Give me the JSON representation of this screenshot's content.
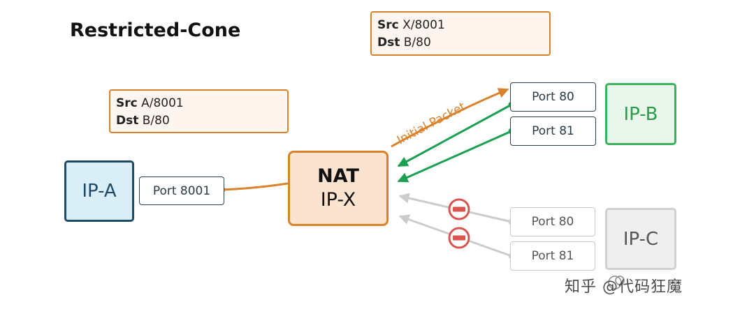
{
  "title": "Restricted-Cone",
  "packet_outer": {
    "src_label": "Src",
    "src_value": "X/8001",
    "dst_label": "Dst",
    "dst_value": "B/80"
  },
  "packet_inner": {
    "src_label": "Src",
    "src_value": "A/8001",
    "dst_label": "Dst",
    "dst_value": "B/80"
  },
  "hosts": {
    "a": "IP-A",
    "b": "IP-B",
    "c": "IP-C"
  },
  "nat": {
    "line1": "NAT",
    "line2": "IP-X"
  },
  "ports": {
    "a_8001": "Port 8001",
    "b_80": "Port 80",
    "b_81": "Port 81",
    "c_80": "Port 80",
    "c_81": "Port 81"
  },
  "initial_packet_label": "Initial Packet",
  "watermark": "知乎 @代码狂魔",
  "colors": {
    "orange": "#d9822b",
    "green": "#1aa050",
    "gray": "#d0d0d0",
    "blocked_red": "#d9534f",
    "navy": "#1f4a66"
  },
  "icons": {
    "blocked": "no-entry-icon",
    "watermark": "zhihu-logo-icon"
  }
}
